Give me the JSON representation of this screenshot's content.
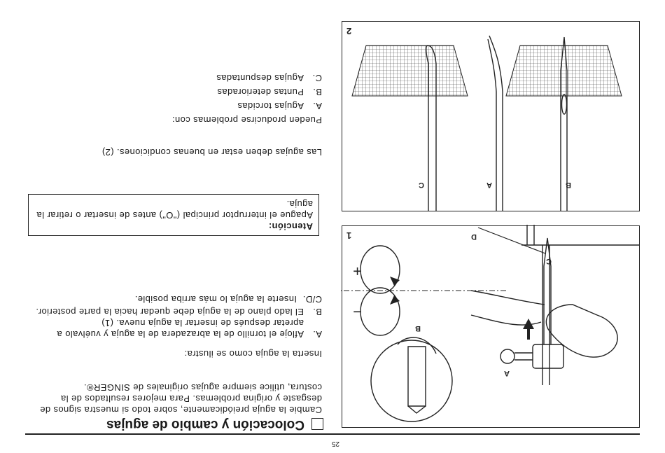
{
  "page_number": "25",
  "title": "Colocación y cambio de agujas",
  "intro": "Cambie la aguja preiódicamente, sobre todo si muestra signos de desgaste y origina problemas. Para mejores resultados de la costura, utilice siempre agujas originales de SINGER®.",
  "insert_lead": "Inserta la aguja como se ilustra:",
  "steps": [
    {
      "key": "A.",
      "text": "Afloje el tornillo de la abrazadera de la aguja y vuélvalo a apretar después de insertar la aguja nueva. (1)"
    },
    {
      "key": "B.",
      "text": "El lado plano de la aguja debe quedar hacia la parte posterior."
    },
    {
      "key": "C/D.",
      "text": "Inserte la aguja lo más arriba posible."
    }
  ],
  "warning": {
    "heading": "Atención:",
    "text": "Apague el interruptor principal (\"O\") antes de insertar o retirar la aguja."
  },
  "condition_text": "Las agujas deben estar en buenas condiciones. (2)",
  "problems_lead": "Pueden producirse problemas con:",
  "problems": [
    {
      "key": "A.",
      "text": "Agujas torcidas"
    },
    {
      "key": "B.",
      "text": "Puntas deterioradas"
    },
    {
      "key": "C.",
      "text": "Agujas despuntadas"
    }
  ],
  "figure1": {
    "number": "1",
    "labels": {
      "a": "A",
      "b": "B",
      "c": "C",
      "d": "D"
    },
    "plus": "+",
    "minus": "−"
  },
  "figure2": {
    "number": "2",
    "labels": {
      "a": "A",
      "b": "B",
      "c": "C"
    }
  }
}
